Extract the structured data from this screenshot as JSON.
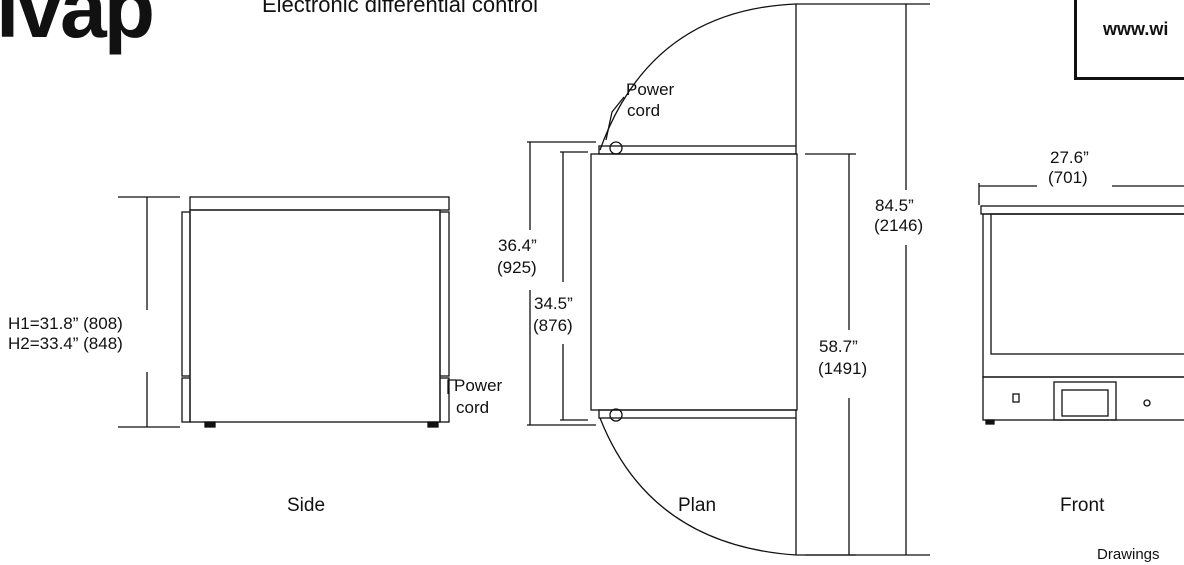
{
  "header": {
    "logo_text": "lvap",
    "subtitle": "Electronic differential control",
    "badge_line1": "",
    "badge_line2": "www.wi"
  },
  "side_view": {
    "label": "Side",
    "height_line1": "H1=31.8” (808)",
    "height_line2": "H2=33.4” (848)",
    "power_cord_line1": "Power",
    "power_cord_line2": "cord"
  },
  "plan_view": {
    "label": "Plan",
    "power_cord_line1": "Power",
    "power_cord_line2": "cord",
    "depth_outer_in": "36.4”",
    "depth_outer_mm": "(925)",
    "depth_inner_in": "34.5”",
    "depth_inner_mm": "(876)",
    "door_open_in": "58.7”",
    "door_open_mm": "(1491)",
    "total_in": "84.5”",
    "total_mm": "(2146)"
  },
  "front_view": {
    "label": "Front",
    "width_in": "27.6”",
    "width_mm": "(701)"
  },
  "footer": {
    "note": "Drawings"
  }
}
